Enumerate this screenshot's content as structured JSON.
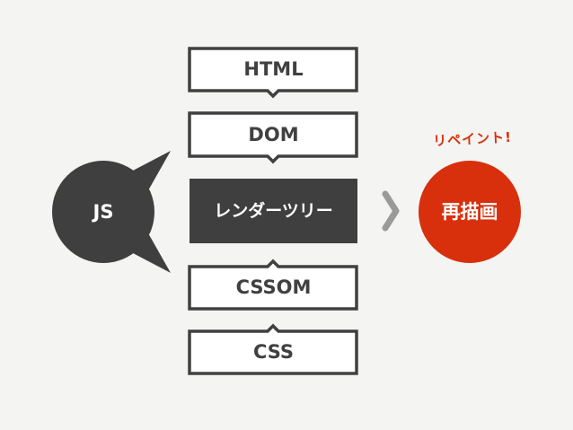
{
  "diagram": {
    "nodes": {
      "html": "HTML",
      "dom": "DOM",
      "render_tree": "レンダーツリー",
      "cssom": "CSSOM",
      "css": "CSS",
      "js": "JS",
      "repaint": "再描画"
    },
    "annotation": "リペイント!",
    "colors": {
      "background": "#f4f4f2",
      "outline": "#404040",
      "dark_fill": "#3f3f3f",
      "accent": "#d8300c",
      "arrow": "#9a9a9a"
    }
  }
}
